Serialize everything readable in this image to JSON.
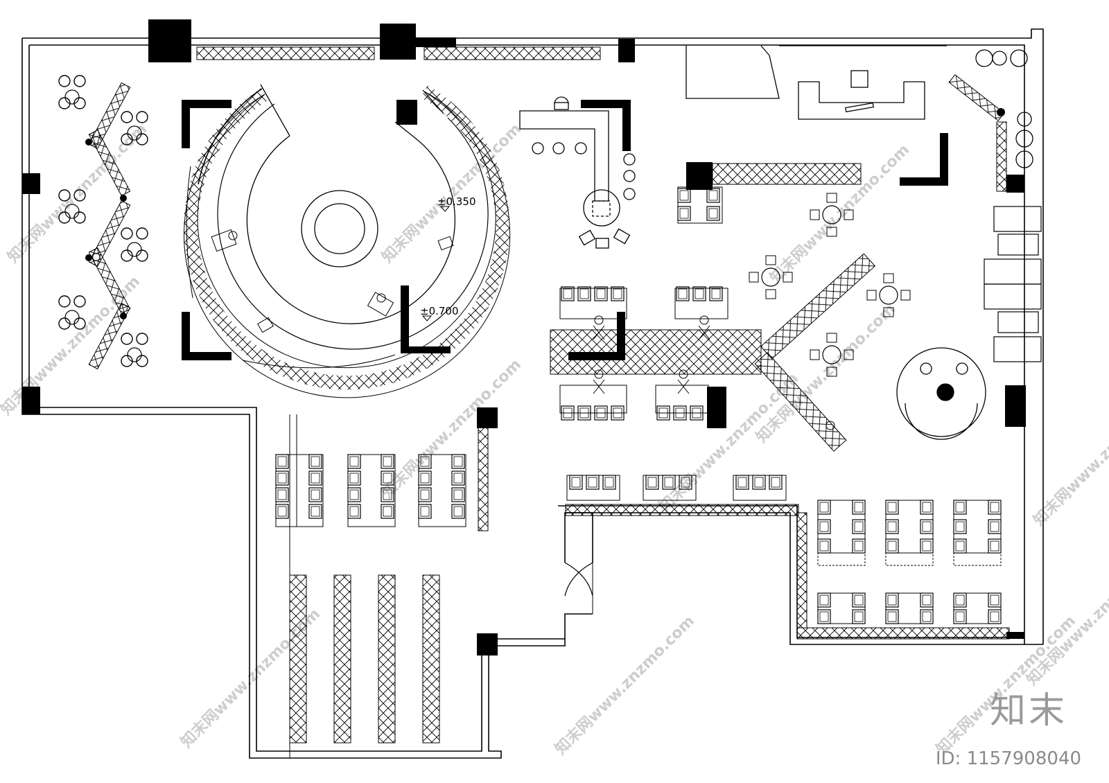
{
  "plan": {
    "level_marks": [
      "±0.350",
      "±0.700"
    ],
    "watermark_text": "知末网www.znzmo.com"
  },
  "brand": {
    "name": "知末",
    "id_label": "ID: 1157908040"
  },
  "colors": {
    "line": "#000000",
    "fill": "#000000",
    "background": "#ffffff",
    "watermark": "#c8c8c8"
  }
}
